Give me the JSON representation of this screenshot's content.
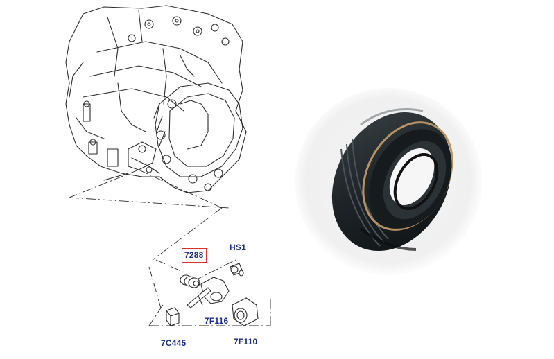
{
  "diagram": {
    "parts": [
      {
        "id": "7288",
        "label": "7288",
        "highlighted": true
      },
      {
        "id": "HS1",
        "label": "HS1",
        "highlighted": false
      },
      {
        "id": "7F116",
        "label": "7F116",
        "highlighted": false
      },
      {
        "id": "7C445",
        "label": "7C445",
        "highlighted": false
      },
      {
        "id": "7F110",
        "label": "7F110",
        "highlighted": false
      }
    ],
    "colors": {
      "label_text": "#1a2a8c",
      "highlight_border": "#d8322e",
      "line_art": "#2b2b2b",
      "seal_rubber": "#1d2326",
      "seal_spring": "#b89264"
    }
  }
}
